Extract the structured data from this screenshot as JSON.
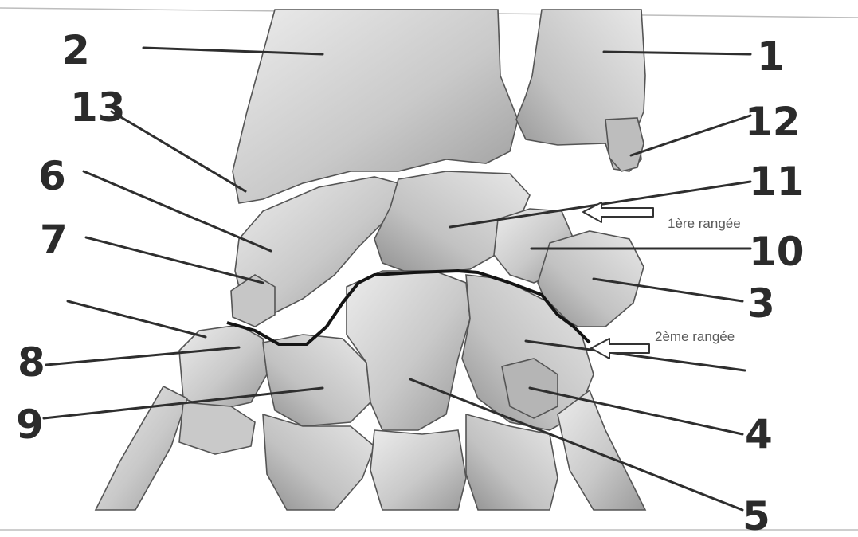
{
  "figure": {
    "labels": {
      "n1": "1",
      "n2": "2",
      "n3": "3",
      "n4": "4",
      "n5": "5",
      "n6": "6",
      "n7": "7",
      "n8": "8",
      "n9": "9",
      "n10": "10",
      "n11": "11",
      "n12": "12",
      "n13": "13"
    },
    "row_labels": {
      "first": "1ère rangée",
      "second": "2ème rangée"
    },
    "colors": {
      "bone_fill": "#cfcfcf",
      "bone_light": "#e6e6e6",
      "bone_shadow": "#8c8c8c",
      "outline": "#555555",
      "label": "#2b2b2b"
    }
  }
}
